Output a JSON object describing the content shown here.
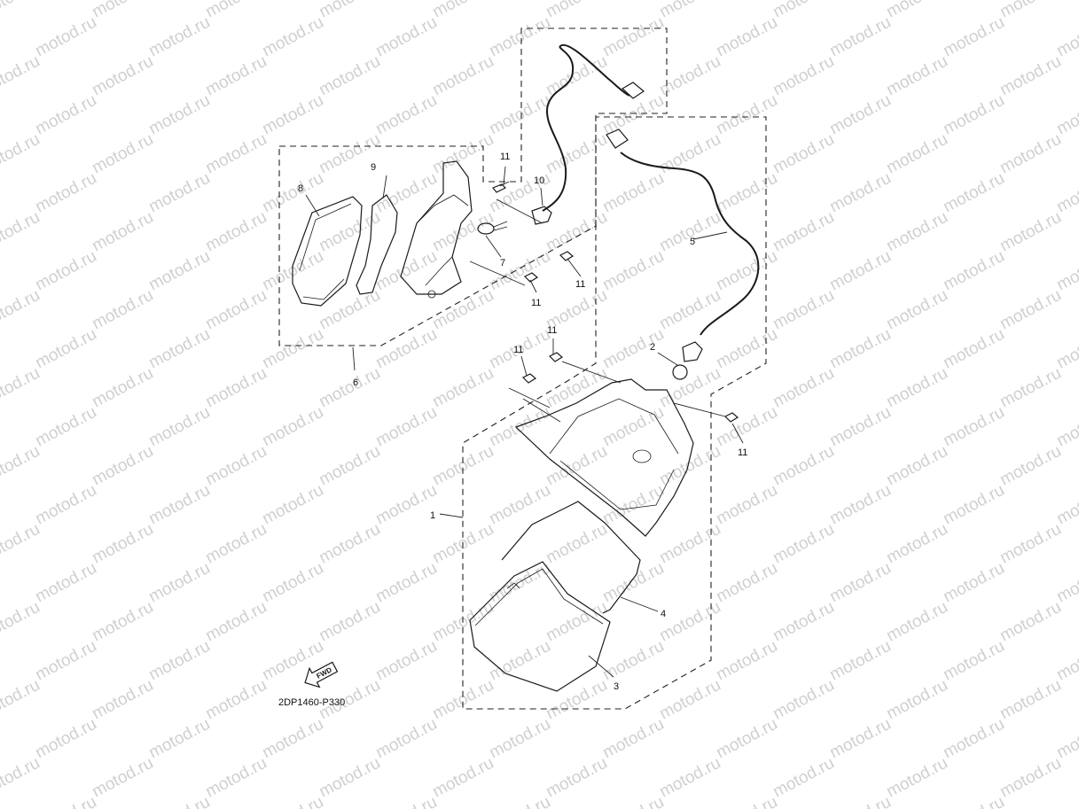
{
  "watermark": "motod.ru",
  "diagram_code": "2DP1460-P330",
  "fwd_label": "FWD",
  "callouts": {
    "c1": "1",
    "c2": "2",
    "c3": "3",
    "c4": "4",
    "c5": "5",
    "c6": "6",
    "c7": "7",
    "c8": "8",
    "c9": "9",
    "c10": "10",
    "c11a": "11",
    "c11b": "11",
    "c11c": "11",
    "c11d": "11",
    "c11e": "11",
    "c11f": "11"
  }
}
